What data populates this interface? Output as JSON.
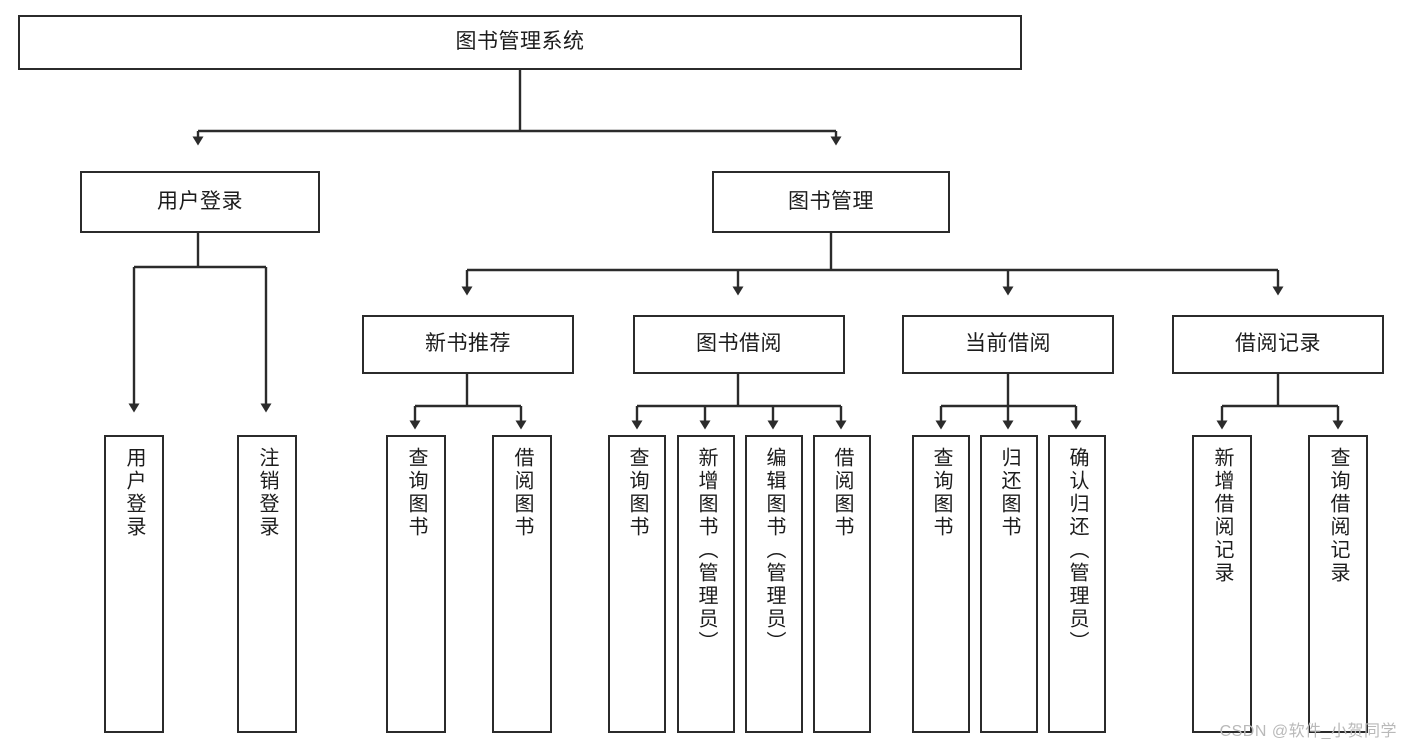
{
  "diagram": {
    "type": "tree-hierarchy-chart",
    "title": "图书管理系统",
    "background_color": "#ffffff",
    "box_border_color": "#2b2b2b",
    "connector_color": "#2b2b2b",
    "text_color": "#1c1c1c",
    "levels": {
      "root": "图书管理系统",
      "level1": [
        "用户登录",
        "图书管理"
      ],
      "level2": [
        "新书推荐",
        "图书借阅",
        "当前借阅",
        "借阅记录"
      ]
    },
    "nodes": {
      "root": {
        "label": "图书管理系统"
      },
      "user_login": {
        "label": "用户登录"
      },
      "book_manage": {
        "label": "图书管理"
      },
      "new_book_rec": {
        "label": "新书推荐"
      },
      "book_borrow": {
        "label": "图书借阅"
      },
      "current_borrow": {
        "label": "当前借阅"
      },
      "borrow_record": {
        "label": "借阅记录"
      },
      "leaf_user_login": {
        "label": "用户登录"
      },
      "leaf_user_logout": {
        "label": "注销登录"
      },
      "leaf_query_book_1": {
        "label": "查询图书"
      },
      "leaf_borrow_book_1": {
        "label": "借阅图书"
      },
      "leaf_query_book_2": {
        "label": "查询图书"
      },
      "leaf_add_book": {
        "label": "新增图书（管理员）"
      },
      "leaf_edit_book": {
        "label": "编辑图书（管理员）"
      },
      "leaf_borrow_book_2": {
        "label": "借阅图书"
      },
      "leaf_query_book_3": {
        "label": "查询图书"
      },
      "leaf_return_book": {
        "label": "归还图书"
      },
      "leaf_confirm_return": {
        "label": "确认归还（管理员）"
      },
      "leaf_add_record": {
        "label": "新增借阅记录"
      },
      "leaf_query_record": {
        "label": "查询借阅记录"
      }
    }
  },
  "watermark": {
    "text": "CSDN @软件_小贺同学"
  }
}
